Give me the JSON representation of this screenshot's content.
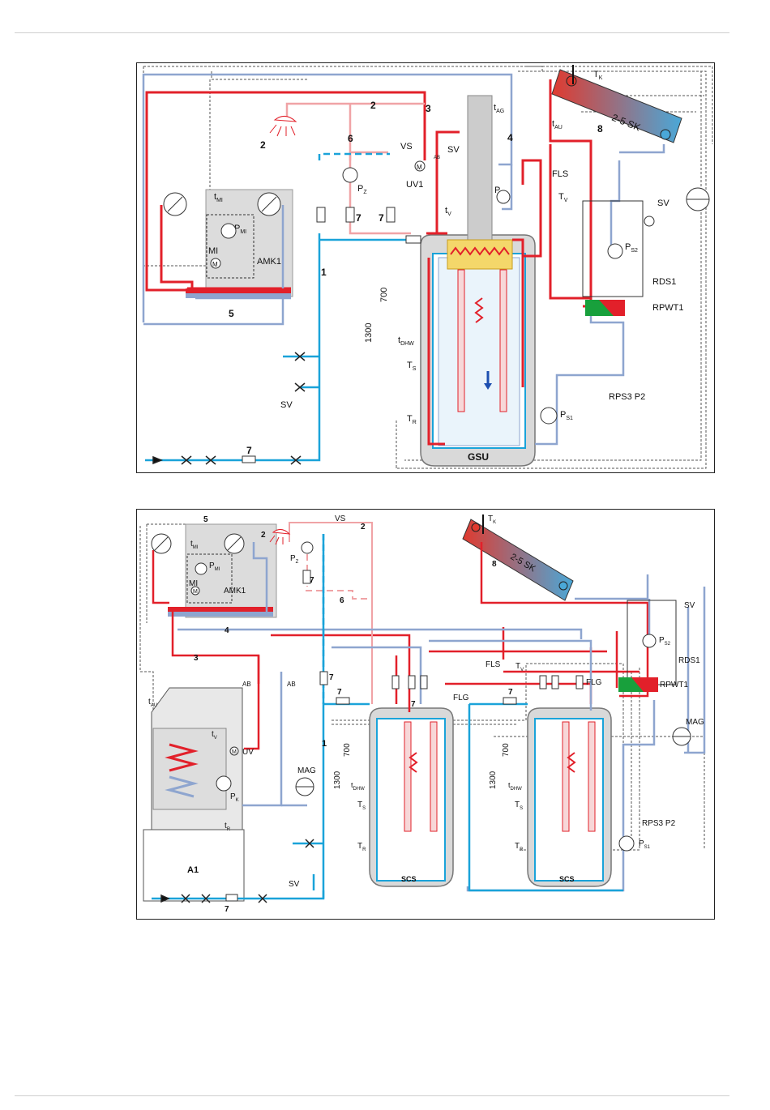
{
  "colors": {
    "hot": "#e2202a",
    "hot_light": "#f0a3a6",
    "cold": "#8ea5cf",
    "drinking": "#1aa3d9",
    "control": "#444444",
    "tank_fill": "#d9d9d9",
    "collector_hot": "#e03a2f",
    "collector_cold": "#4aa8d8"
  },
  "top": {
    "labels": {
      "tk": "T",
      "tk_sub": "K",
      "collector": "2-5 SK",
      "n8": "8",
      "tag": "t",
      "tag_sub": "AG",
      "tau": "t",
      "tau_sub": "AU",
      "n3": "3",
      "n2a": "2",
      "n4": "4",
      "n6": "6",
      "n2b": "2",
      "vs": "VS",
      "sv_top": "SV",
      "uv1": "UV1",
      "pz": "P",
      "pz_sub": "Z",
      "pk": "P",
      "pk_sub": "K",
      "tv_small": "t",
      "tv_small_sub": "V",
      "fls": "FLS",
      "tv": "T",
      "tv_sub": "V",
      "sv_right": "SV",
      "ps2": "P",
      "ps2_sub": "S2",
      "rds1": "RDS1",
      "rpwt1": "RPWT1",
      "rps3": "RPS3 P2",
      "ps1": "P",
      "ps1_sub": "S1",
      "tmi": "t",
      "tmi_sub": "MI",
      "pmi": "P",
      "pmi_sub": "MI",
      "mi": "MI",
      "amk1": "AMK1",
      "n5": "5",
      "n1": "1",
      "n7a": "7",
      "n7b": "7",
      "n7c": "7",
      "dim700": "700",
      "dim1300": "1300",
      "tdhw": "t",
      "tdhw_sub": "DHW",
      "ts": "T",
      "ts_sub": "S",
      "tr": "T",
      "tr_sub": "R",
      "sv_left": "SV",
      "gsu": "GSU",
      "m": "M",
      "ab": "AB"
    }
  },
  "bottom": {
    "labels": {
      "n5": "5",
      "n2": "2",
      "vs": "VS",
      "n2b": "2",
      "tk": "T",
      "tk_sub": "K",
      "collector": "2-5 SK",
      "n8": "8",
      "tmi": "t",
      "tmi_sub": "MI",
      "pmi": "P",
      "pmi_sub": "MI",
      "mi": "MI",
      "amk1": "AMK1",
      "pz": "P",
      "pz_sub": "Z",
      "n7a": "7",
      "n6": "6",
      "n4": "4",
      "n3": "3",
      "sv_right": "SV",
      "ps2": "P",
      "ps2_sub": "S2",
      "rds1": "RDS1",
      "rpwt1": "RPWT1",
      "mag_right": "MAG",
      "ab1": "AB",
      "ab2": "AB",
      "tau": "t",
      "tau_sub": "AU",
      "n7b": "7",
      "n7c": "7",
      "n7d": "7",
      "n7e": "7",
      "fls": "FLS",
      "tv": "T",
      "tv_sub": "V",
      "flg1": "FLG",
      "flg2": "FLG",
      "tv_small": "t",
      "tv_small_sub": "V",
      "uv": "UV",
      "mag_left": "MAG",
      "pk": "P",
      "pk_sub": "K",
      "tr_small": "t",
      "tr_small_sub": "R",
      "n1": "1",
      "dim700a": "700",
      "dim1300a": "1300",
      "tdhw_a": "t",
      "tdhw_a_sub": "DHW",
      "ts_a": "T",
      "ts_a_sub": "S",
      "tr_a": "T",
      "tr_a_sub": "R",
      "dim700b": "700",
      "dim1300b": "1300",
      "tdhw_b": "t",
      "tdhw_b_sub": "DHW",
      "ts_b": "T",
      "ts_b_sub": "S",
      "tr_b": "T",
      "tr_b_sub": "R",
      "rps3": "RPS3 P2",
      "ps1": "P",
      "ps1_sub": "S1",
      "scs_a": "SCS",
      "scs_b": "SCS",
      "a1": "A1",
      "sv_left": "SV",
      "n7f": "7",
      "m": "M"
    }
  }
}
